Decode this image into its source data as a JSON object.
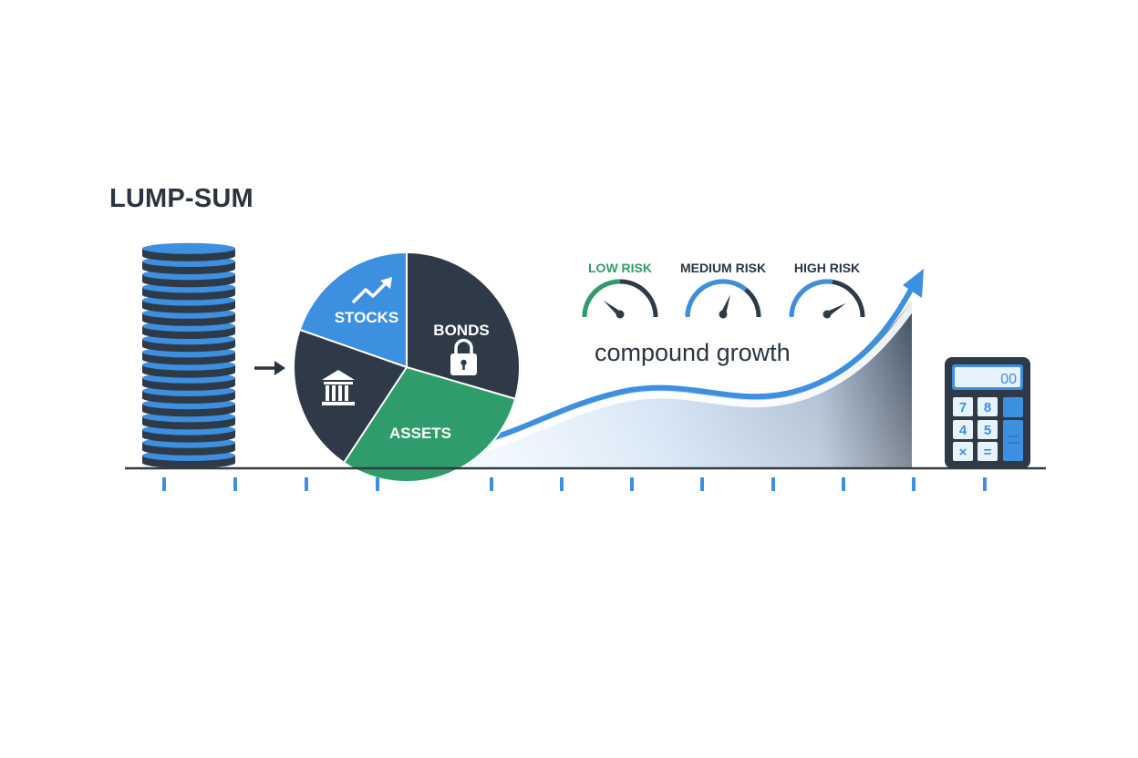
{
  "title": "LUMP-SUM",
  "pie": {
    "slices": [
      {
        "label": "STOCKS",
        "icon": "trend-up-icon"
      },
      {
        "label": "BONDS",
        "icon": "padlock-icon"
      },
      {
        "label": "ASSETS",
        "icon": ""
      },
      {
        "label": "",
        "icon": "bank-building-icon"
      }
    ]
  },
  "gauges": [
    {
      "label": "LOW RISK",
      "level": 0.25,
      "label_color": "#2f9d6b"
    },
    {
      "label": "MEDIUM RISK",
      "level": 0.6,
      "label_color": "#2b3540"
    },
    {
      "label": "HIGH RISK",
      "level": 0.8,
      "label_color": "#2b3540"
    }
  ],
  "growth": {
    "caption": "compound growth"
  },
  "calculator": {
    "display": "00",
    "keys": [
      "7",
      "8",
      "4",
      "5",
      "×",
      "="
    ]
  },
  "colors": {
    "blue": "#3d8fe0",
    "dark": "#2b3540",
    "green": "#2f9d6b",
    "axis": "#333a42"
  }
}
